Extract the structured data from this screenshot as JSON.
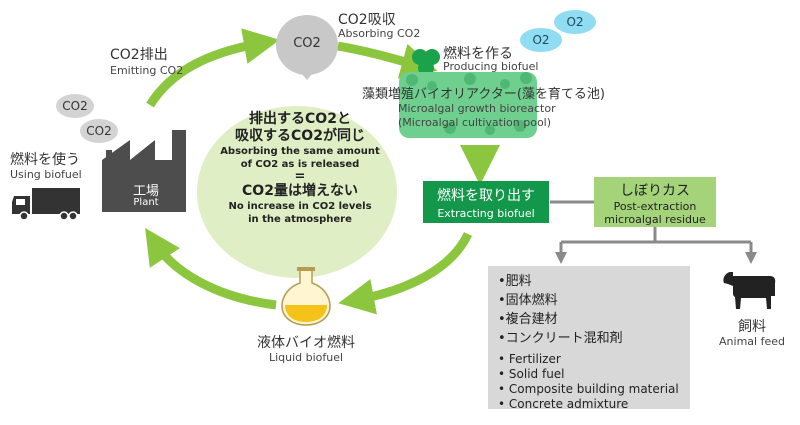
{
  "co2_absorb": {
    "jp": "CO2吸収",
    "en": "Absorbing CO2"
  },
  "co2_emit": {
    "jp": "CO2排出",
    "en": "Emitting CO2"
  },
  "balloon_label": "CO2",
  "bubbles": {
    "co2_a": "CO2",
    "co2_b": "CO2",
    "o2_a": "O2",
    "o2_b": "O2"
  },
  "produce": {
    "jp": "燃料を作る",
    "en": "Producing biofuel"
  },
  "bioreactor": {
    "jp": "藻類増殖バイオリアクター(藻を育てる池)",
    "en1": "Microalgal growth bioreactor",
    "en2": "(Microalgal cultivation pool)"
  },
  "use_fuel": {
    "jp": "燃料を使う",
    "en": "Using biofuel"
  },
  "plant": {
    "jp": "工場",
    "en": "Plant"
  },
  "center": {
    "jp1": "排出するCO2と",
    "jp2": "吸収するCO2が同じ",
    "en1": "Absorbing the same amount",
    "en2": "of CO2 as is released",
    "eq": "=",
    "jp3": "CO2量は増えない",
    "en3": "No increase in CO2 levels",
    "en4": "in the atmosphere"
  },
  "extract": {
    "jp": "燃料を取り出す",
    "en": "Extracting biofuel"
  },
  "residue": {
    "jp": "しぼりカス",
    "en1": "Post-extraction",
    "en2": "microalgal residue"
  },
  "liquid": {
    "jp": "液体バイオ燃料",
    "en": "Liquid biofuel"
  },
  "feed": {
    "jp": "飼料",
    "en": "Animal feed"
  },
  "uses_jp": [
    "肥料",
    "固体燃料",
    "複合建材",
    "コンクリート混和剤"
  ],
  "uses_en": [
    "Fertilizer",
    "Solid fuel",
    "Composite building material",
    "Concrete admixture"
  ],
  "colors": {
    "arrow_green": "#8cc63f",
    "circle_fill": "#dfeec4",
    "extract_box": "#13984b",
    "residue_box": "#a4d37a",
    "uses_box": "#d8d8d8",
    "algae": "#1aa34a",
    "reactor": "#6fcf8f",
    "o2": "#8fdcf3"
  }
}
